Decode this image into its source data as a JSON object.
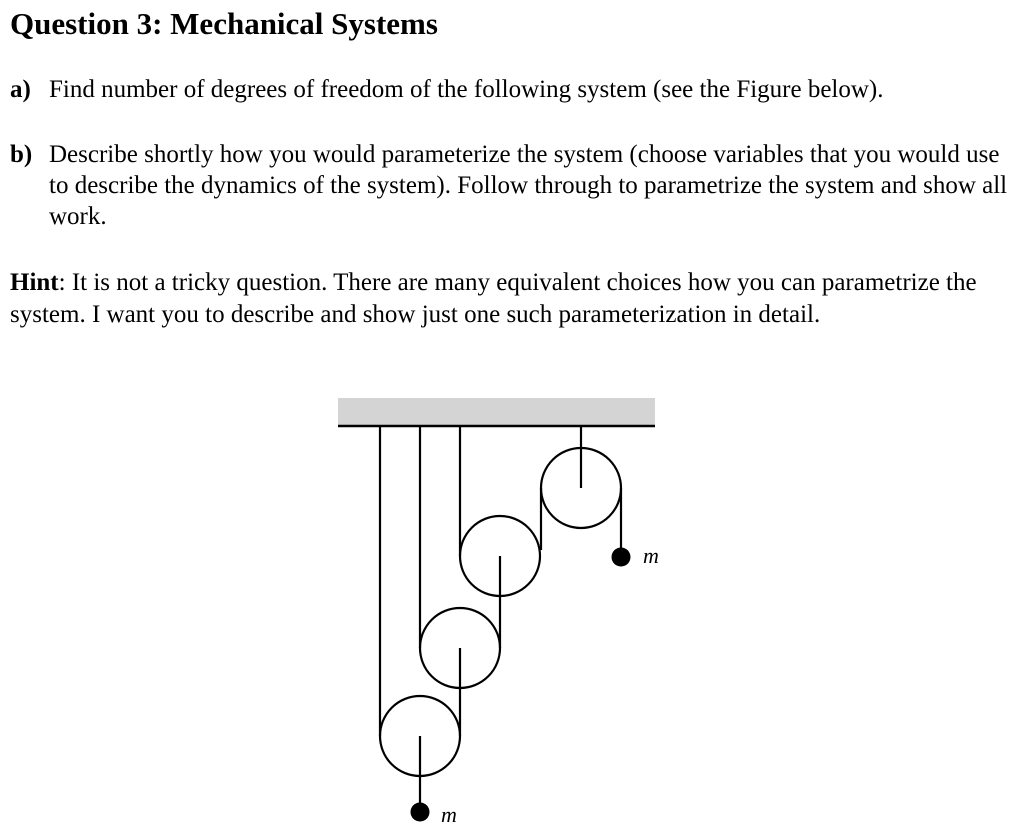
{
  "title": "Question 3: Mechanical Systems",
  "questions": [
    {
      "marker": "a)",
      "text": "Find number of degrees of freedom of the following system (see the Figure below)."
    },
    {
      "marker": "b)",
      "text": "Describe shortly how you would parameterize the system (choose variables that you would use to describe the dynamics of the system). Follow through to parametrize the system and show all work."
    }
  ],
  "hint": {
    "label": "Hint",
    "text": ": It is not a tricky question. There are many equivalent choices how you can parametrize the system.  I want you to describe and show just one such parameterization in detail."
  },
  "figure": {
    "mass_right_label": "m",
    "mass_bottom_label": "m",
    "ceiling_color": "#d4d4d4"
  }
}
